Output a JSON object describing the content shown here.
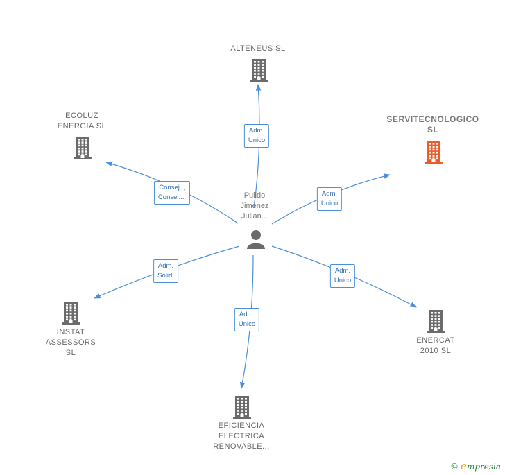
{
  "center": {
    "label": "Pulido\nJimenez\nJulian..."
  },
  "nodes": [
    {
      "id": "alteneus",
      "label": "ALTENEUS  SL",
      "color": "#6b6b6b",
      "highlight": false
    },
    {
      "id": "ecoluz",
      "label": "ECOLUZ\nENERGIA  SL",
      "color": "#6b6b6b",
      "highlight": false
    },
    {
      "id": "servitec",
      "label": "SERVITECNOLOGICO\nSL",
      "color": "#f05a28",
      "highlight": true
    },
    {
      "id": "instat",
      "label": "INSTAT\nASSESSORS\nSL",
      "color": "#6b6b6b",
      "highlight": false
    },
    {
      "id": "enercat",
      "label": "ENERCAT\n2010  SL",
      "color": "#6b6b6b",
      "highlight": false
    },
    {
      "id": "eficiencia",
      "label": "EFICIENCIA\nELECTRICA\nRENOVABLE...",
      "color": "#6b6b6b",
      "highlight": false
    }
  ],
  "edges": [
    {
      "target": "alteneus",
      "label": "Adm.\nUnico"
    },
    {
      "target": "ecoluz",
      "label": "Consej. ,\nConsej...."
    },
    {
      "target": "servitec",
      "label": "Adm.\nUnico"
    },
    {
      "target": "instat",
      "label": "Adm.\nSolid."
    },
    {
      "target": "enercat",
      "label": "Adm.\nUnico"
    },
    {
      "target": "eficiencia",
      "label": "Adm.\nUnico"
    }
  ],
  "footer": {
    "copyright": "©",
    "brand_initial": "e",
    "brand_rest": "mpresia"
  },
  "colors": {
    "edge": "#4a8fd8",
    "person": "#6b6b6b"
  },
  "icons": {
    "company": "building-icon",
    "person": "person-icon"
  }
}
